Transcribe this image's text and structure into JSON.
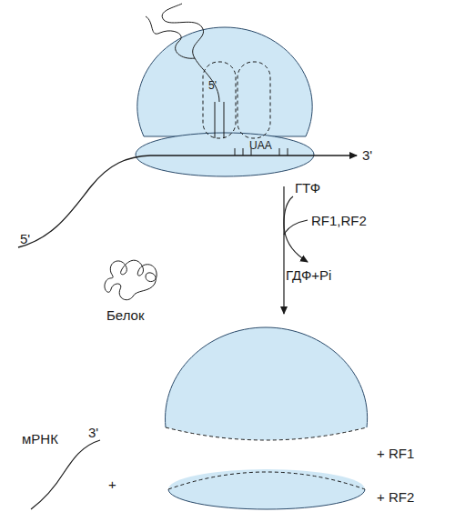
{
  "diagram": {
    "labels": [
      "5'",
      "UAA",
      "3'",
      "5'",
      "ГТФ",
      "RF1,RF2",
      "ГДФ+Pi",
      "Белок",
      "мРНК",
      "3'",
      "+",
      "+ RF1",
      "+ RF2"
    ]
  }
}
